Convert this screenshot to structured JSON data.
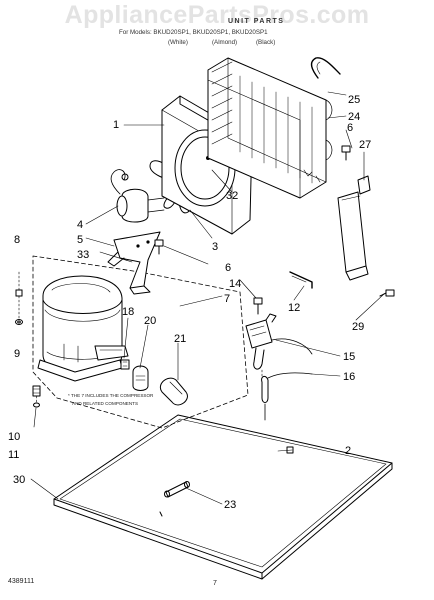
{
  "watermark": "AppliancePartsPros.com",
  "header": {
    "title": "UNIT PARTS",
    "models": "For Models: BKUD20SP1, BKUD20SP1, BKUD20SP1",
    "colors": [
      "(White)",
      "(Almond)",
      "(Black)"
    ]
  },
  "callouts": {
    "c1": "1",
    "c2": "2",
    "c3": "3",
    "c4": "4",
    "c5": "5",
    "c6a": "6",
    "c6b": "6",
    "c7": "7",
    "c8": "8",
    "c9": "9",
    "c10": "10",
    "c11": "11",
    "c12": "12",
    "c14": "14",
    "c15": "15",
    "c16": "16",
    "c18": "18",
    "c20": "20",
    "c21": "21",
    "c23": "23",
    "c24": "24",
    "c25": "25",
    "c27": "27",
    "c29": "29",
    "c30": "30",
    "c32": "32",
    "c33": "33"
  },
  "compressor_note": [
    "* THE 7 INCLUDES THE COMPRESSOR",
    "AND RELATED COMPONENTS"
  ],
  "footer": {
    "part_number": "4389111",
    "page": "7"
  }
}
